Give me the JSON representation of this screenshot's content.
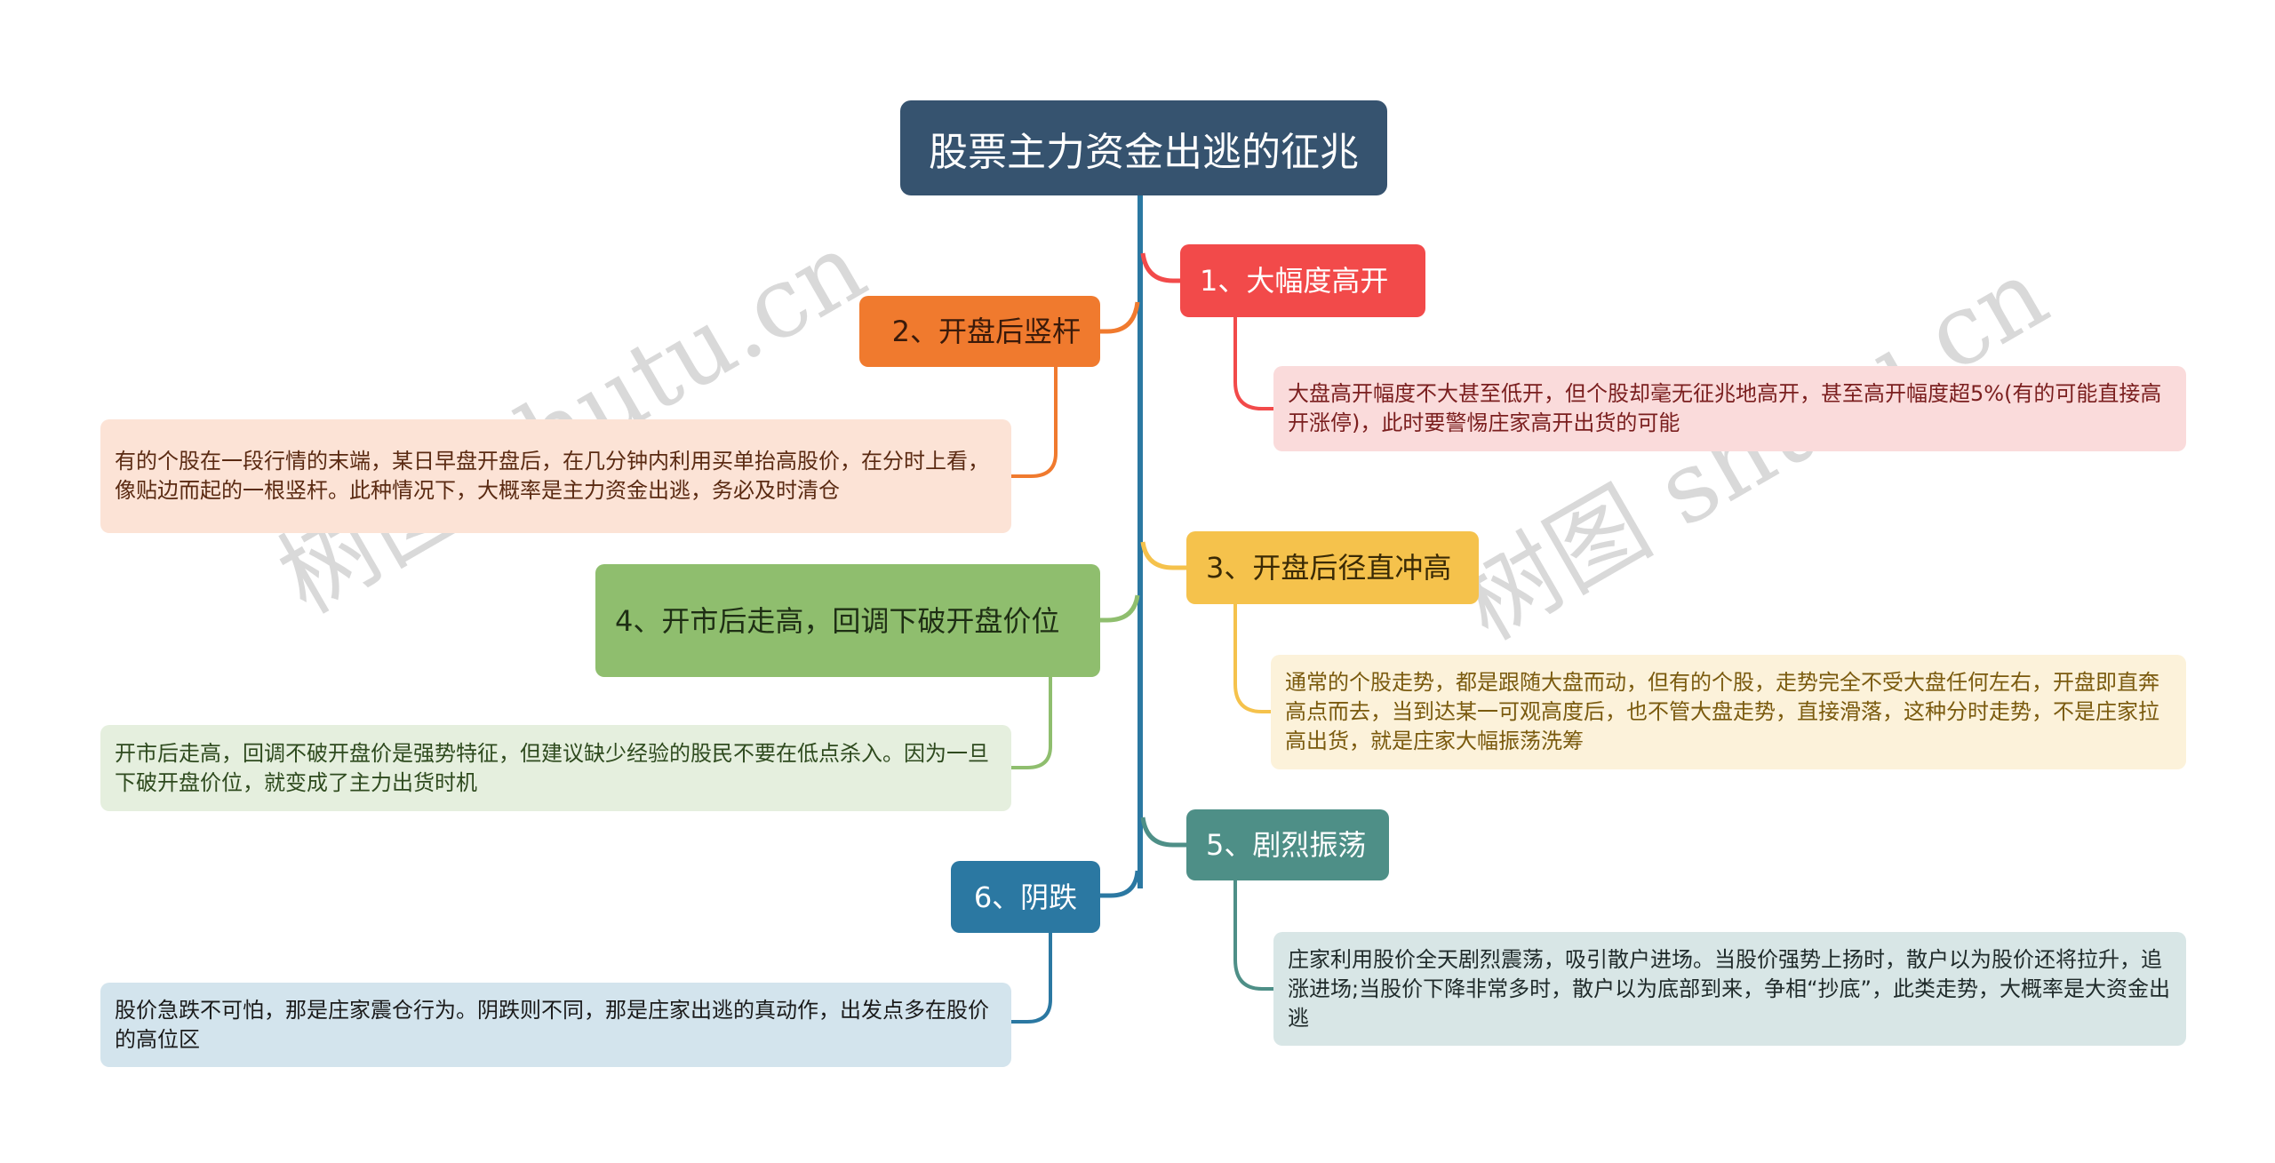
{
  "title": "股票主力资金出逃的征兆",
  "watermark": "树图 shutu.cn",
  "colors": {
    "title_bg": "#36536F",
    "trunk": "#2B78A2"
  },
  "branches": [
    {
      "label": "1、大幅度高开",
      "color": "#F24A4A",
      "detail_bg": "#FADBDB",
      "detail_text_color": "#7A1E1E",
      "detail": " 大盘高开幅度不大甚至低开，但个股却毫无征兆地高开，甚至高开幅度超5%(有的可能直接高开涨停)，此时要警惕庄家高开出货的可能"
    },
    {
      "label": "2、开盘后竖杆",
      "color": "#F07A2E",
      "detail_bg": "#FCE3D6",
      "detail_text_color": "#5A2A12",
      "detail": "有的个股在一段行情的末端，某日早盘开盘后，在几分钟内利用买单抬高股价，在分时上看，像贴边而起的一根竖杆。此种情况下，大概率是主力资金出逃，务必及时清仓"
    },
    {
      "label": "3、开盘后径直冲高",
      "color": "#F5C24C",
      "detail_bg": "#FCF2DA",
      "detail_text_color": "#7A5A0E",
      "detail": "通常的个股走势，都是跟随大盘而动，但有的个股，走势完全不受大盘任何左右，开盘即直奔高点而去，当到达某一可观高度后，也不管大盘走势，直接滑落，这种分时走势，不是庄家拉高出货，就是庄家大幅振荡洗筹"
    },
    {
      "label": "4、开市后走高，回调下破开盘价位",
      "color": "#8FBE6E",
      "detail_bg": "#E5EFDE",
      "detail_text_color": "#2E4A1E",
      "detail": "开市后走高，回调不破开盘价是强势特征，但建议缺少经验的股民不要在低点杀入。因为一旦下破开盘价位，就变成了主力出货时机"
    },
    {
      "label": "5、剧烈振荡",
      "color": "#4E8F87",
      "detail_bg": "#D8E6E6",
      "detail_text_color": "#1F2A2A",
      "detail": "庄家利用股价全天剧烈震荡，吸引散户进场。当股价强势上扬时，散户以为股价还将拉升，追涨进场;当股价下降非常多时，散户以为底部到来，争相“抄底”，此类走势，大概率是大资金出逃"
    },
    {
      "label": "6、阴跌",
      "color": "#2B78A2",
      "detail_bg": "#D3E4ED",
      "detail_text_color": "#1A1A1A",
      "detail": "股价急跌不可怕，那是庄家震仓行为。阴跌则不同，那是庄家出逃的真动作，出发点多在股价的高位区"
    }
  ]
}
